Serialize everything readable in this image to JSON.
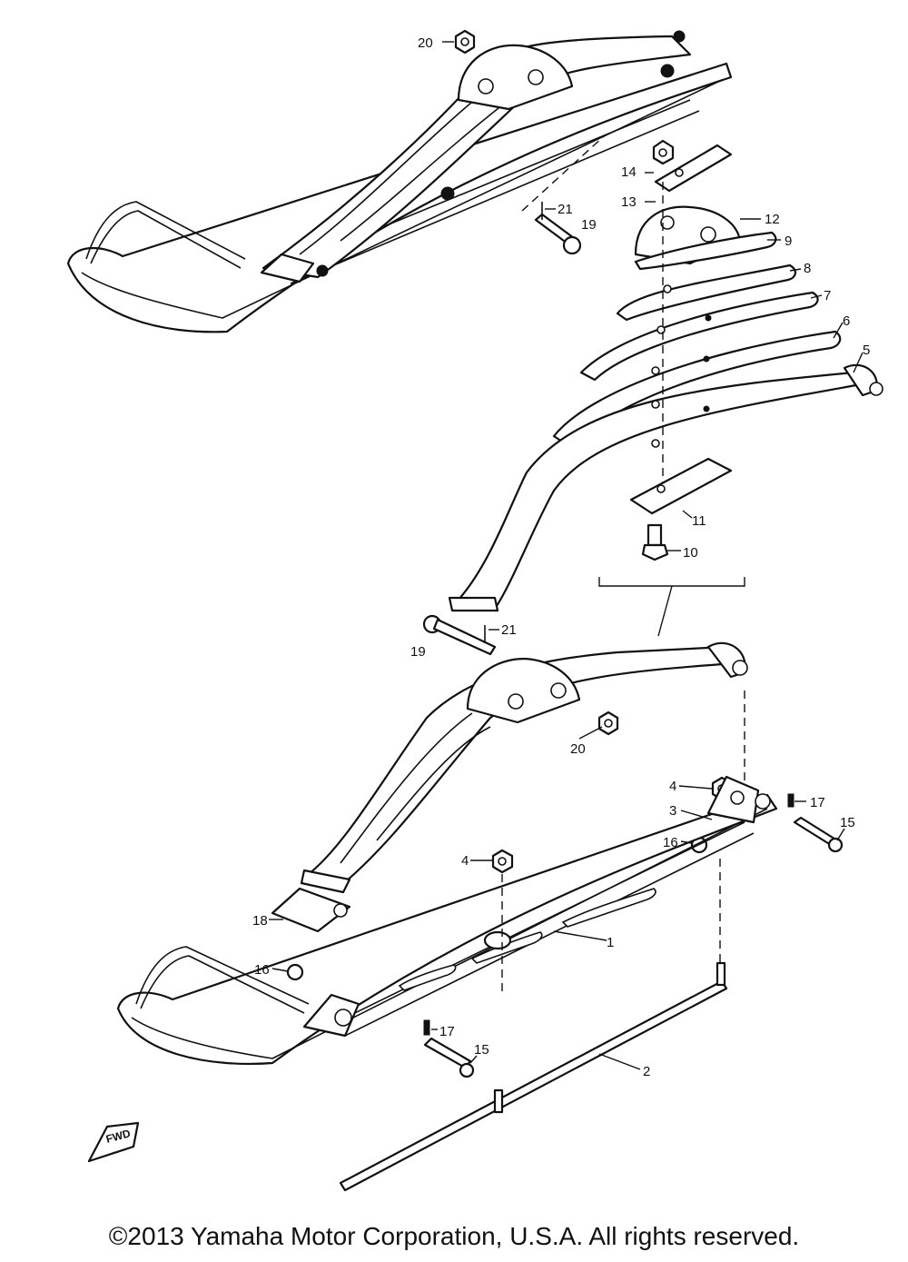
{
  "callouts": {
    "c1": "1",
    "c2": "2",
    "c3": "3",
    "c4a": "4",
    "c4b": "4",
    "c5": "5",
    "c6": "6",
    "c7": "7",
    "c8": "8",
    "c9": "9",
    "c10": "10",
    "c11": "11",
    "c12": "12",
    "c13": "13",
    "c14": "14",
    "c15a": "15",
    "c15b": "15",
    "c16a": "16",
    "c16b": "16",
    "c17a": "17",
    "c17b": "17",
    "c18": "18",
    "c19a": "19",
    "c19b": "19",
    "c20a": "20",
    "c20b": "20",
    "c21a": "21",
    "c21b": "21"
  },
  "fwd_label": "FWD",
  "copyright": "©2013 Yamaha Motor Corporation, U.S.A. All rights reserved."
}
